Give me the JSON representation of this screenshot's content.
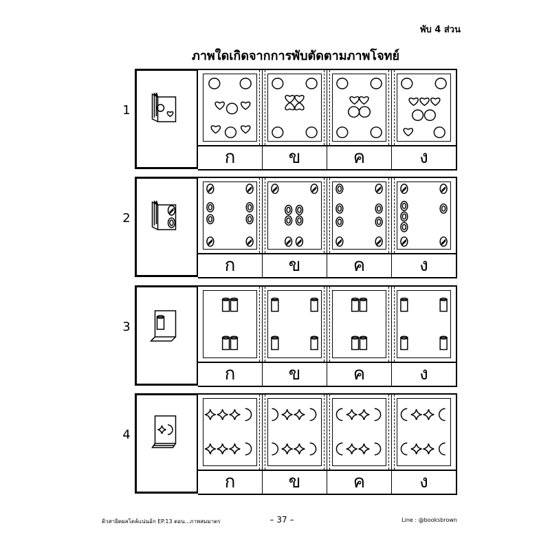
{
  "header": {
    "corner_label": "พับ 4 ส่วน",
    "title": "ภาพใดเกิดจากการพับตัดตามภาพโจทย์"
  },
  "questions": [
    {
      "number": "1",
      "sample_icon": "folded-paper-circle-heart-icon",
      "options": [
        {
          "label": "ก",
          "pattern": "circles-hearts-scattered"
        },
        {
          "label": "ข",
          "pattern": "hearts-center-cluster"
        },
        {
          "label": "ค",
          "pattern": "hearts-circles-center"
        },
        {
          "label": "ง",
          "pattern": "hearts-circles-mixed"
        }
      ]
    },
    {
      "number": "2",
      "sample_icon": "folded-paper-slashed-circle-icon",
      "options": [
        {
          "label": "ก",
          "pattern": "ovals-edges-slashed-corners"
        },
        {
          "label": "ข",
          "pattern": "ovals-center-grid"
        },
        {
          "label": "ค",
          "pattern": "ovals-edges-slashed-middle"
        },
        {
          "label": "ง",
          "pattern": "ovals-edges-slashed-corners-variant"
        }
      ]
    },
    {
      "number": "3",
      "sample_icon": "folded-paper-cylinder-icon",
      "options": [
        {
          "label": "ก",
          "pattern": "cylinders-center-pairs"
        },
        {
          "label": "ข",
          "pattern": "cylinders-edges"
        },
        {
          "label": "ค",
          "pattern": "cylinders-center-pairs-variant"
        },
        {
          "label": "ง",
          "pattern": "cylinders-edges-variant"
        }
      ]
    },
    {
      "number": "4",
      "sample_icon": "folded-paper-star-moon-icon",
      "options": [
        {
          "label": "ก",
          "pattern": "stars-moons-rows"
        },
        {
          "label": "ข",
          "pattern": "moons-stars-rows"
        },
        {
          "label": "ค",
          "pattern": "moons-stars-mirrored"
        },
        {
          "label": "ง",
          "pattern": "stars-moons-mirrored"
        }
      ]
    }
  ],
  "footer": {
    "left": "ติวสายิตผลโตล์แน่นอ้ก EP.13 ตอน...ภาพสมมาตร",
    "page": "– 37 –",
    "right": "Line : @booksbrown"
  }
}
